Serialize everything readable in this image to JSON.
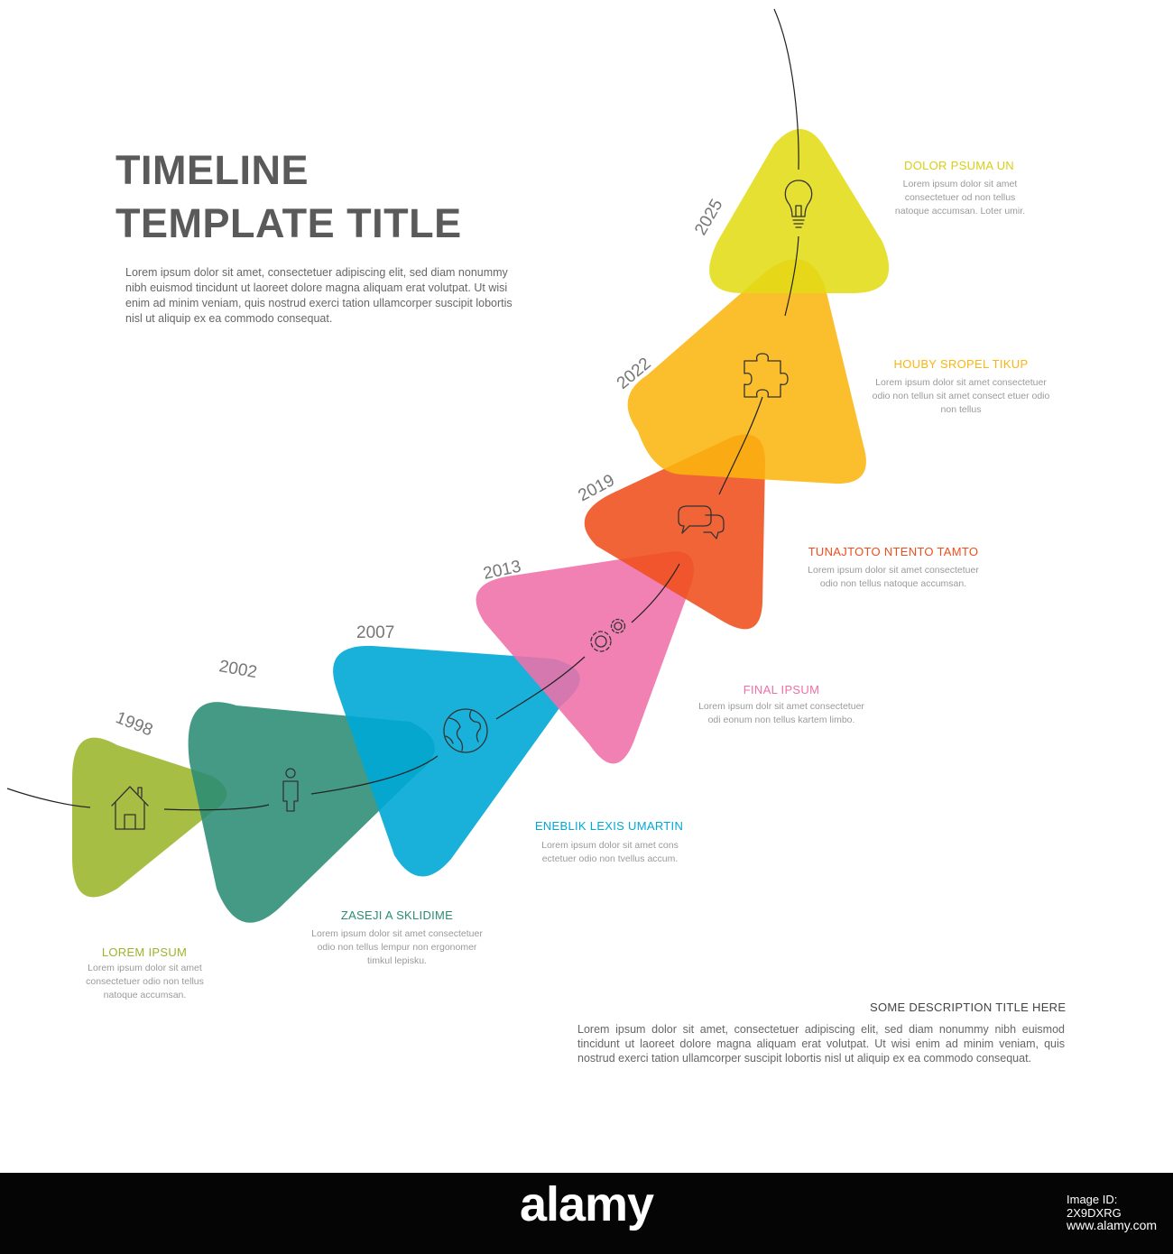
{
  "header": {
    "title_line1": "TIMELINE",
    "title_line2": "TEMPLATE TITLE",
    "intro": "Lorem ipsum dolor sit amet, consectetuer adipiscing elit, sed diam nonummy nibh euismod tincidunt ut laoreet dolore magna aliquam erat volutpat. Ut wisi enim ad minim veniam, quis nostrud exerci tation ullamcorper suscipit lobortis nisl ut aliquip ex ea commodo consequat."
  },
  "milestones": [
    {
      "year": "1998",
      "icon": "house-icon",
      "color": "#9bb52a",
      "label": "LOREM IPSUM",
      "desc": "Lorem ipsum dolor sit amet consectetuer odio non tellus natoque accumsan."
    },
    {
      "year": "2002",
      "icon": "person-icon",
      "color": "#2a8c74",
      "label": "ZASEJI A SKLIDIME",
      "desc": "Lorem ipsum dolor sit amet consectetuer odio non tellus lempur non ergonomer timkul lepisku."
    },
    {
      "year": "2007",
      "icon": "globe-icon",
      "color": "#00a8d6",
      "label": "ENEBLIK LEXIS UMARTIN",
      "desc": "Lorem ipsum dolor sit amet cons ectetuer odio non tvellus accum."
    },
    {
      "year": "2013",
      "icon": "gears-icon",
      "color": "#ef6fa8",
      "label": "FINAL IPSUM",
      "desc": "Lorem ipsum dolr sit amet consectetuer odi eonum non tellus kartem limbo."
    },
    {
      "year": "2019",
      "icon": "chat-icon",
      "color": "#ef4e1b",
      "label": "TUNAJTOTO NTENTO TAMTO",
      "desc": "Lorem ipsum dolor sit amet consectetuer odio non tellus natoque accumsan."
    },
    {
      "year": "2022",
      "icon": "puzzle-icon",
      "color": "#fbb510",
      "label": "HOUBY SROPEL TIKUP",
      "desc": "Lorem ipsum dolor sit amet consectetuer odio non tellun sit amet consect etuer odio non tellus"
    },
    {
      "year": "2025",
      "icon": "lightbulb-icon",
      "color": "#e2dc17",
      "label": "DOLOR PSUMA UN",
      "desc": "Lorem ipsum dolor sit amet consectetuer od non tellus natoque accumsan. Loter umir."
    }
  ],
  "bottom": {
    "title": "SOME DESCRIPTION TITLE HERE",
    "text": "Lorem ipsum dolor sit amet, consectetuer adipiscing elit, sed diam nonummy nibh euismod tincidunt ut laoreet dolore magna aliquam erat volutpat. Ut wisi enim ad minim veniam, quis nostrud exerci tation ullamcorper suscipit lobortis nisl ut aliquip ex ea commodo consequat."
  },
  "watermark": {
    "logo": "alamy",
    "image_id": "Image ID: 2X9DXRG",
    "url": "www.alamy.com"
  }
}
